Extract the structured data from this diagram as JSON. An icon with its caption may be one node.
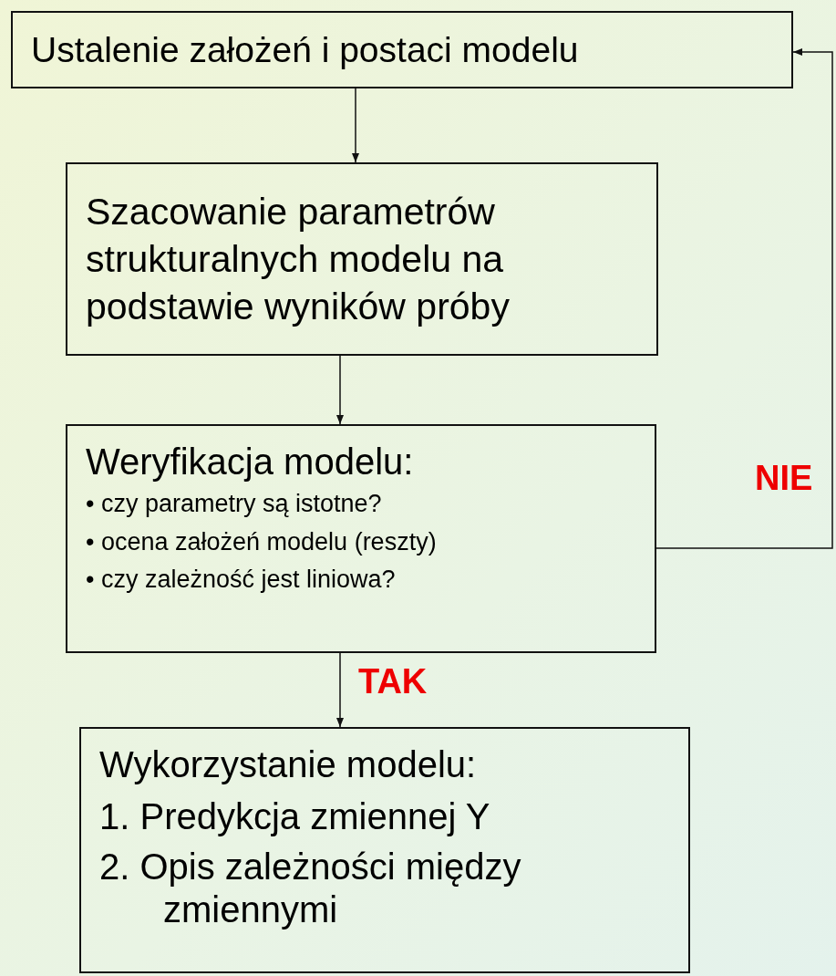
{
  "diagram": {
    "nodes": [
      {
        "text": [
          "Ustalenie założeń i postaci modelu"
        ]
      },
      {
        "text": [
          "Szacowanie parametrów strukturalnych modelu na podstawie wyników próby"
        ]
      },
      {
        "text": [
          "Weryfikacja modelu:",
          "• czy parametry są istotne?",
          "• ocena założeń modelu (reszty)",
          "• czy zależność jest liniowa?"
        ]
      },
      {
        "text": [
          "Wykorzystanie modelu:",
          "1. Predykcja zmiennej Y",
          "2. Opis zależności między zmiennymi"
        ]
      }
    ],
    "edges": [
      {
        "from": 0,
        "to": 1,
        "arrow": "to"
      },
      {
        "from": 1,
        "to": 2,
        "arrow": "to"
      },
      {
        "from": 2,
        "to": 3,
        "arrow": "to",
        "label": "TAK"
      },
      {
        "from": 2,
        "to": 0,
        "arrow": "to",
        "label": "NIE"
      }
    ]
  }
}
